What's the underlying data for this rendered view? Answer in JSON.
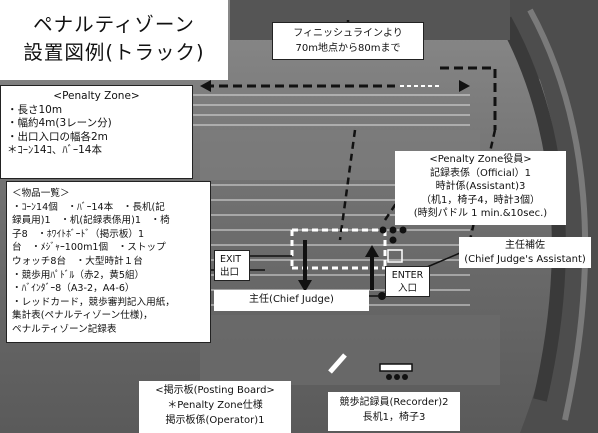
{
  "title": {
    "line1": "ペナルティゾーン",
    "line2": "設置図例(トラック)"
  },
  "top_note": {
    "line1": "フィニッシュラインより",
    "line2": "70m地点から80mまで"
  },
  "penalty_zone": {
    "heading": "<Penalty Zone>",
    "lines": [
      "・長さ10m",
      "・幅約4m(3レーン分)",
      "・出口入口の幅各2m",
      "＊ｺｰﾝ14ｺ、ﾊﾞｰ14本"
    ]
  },
  "items": {
    "heading": "＜物品一覧＞",
    "lines": [
      "・ｺｰﾝ14個　・ﾊﾞｰ14本　・長机(記",
      "録員用)1　・机(記録表係用)1　・椅",
      "子8　・ﾎﾜｲﾄﾎﾞｰﾄﾞ（掲示板）1",
      "台　・ﾒｼﾞｬｰ100m1個　・ストップ",
      "ウォッチ8台　・大型時計１台",
      "・競歩用ﾊﾟﾄﾞﾙ（赤2，黄5組）",
      "・ﾊﾞｲﾝﾀﾞｰ8（A3-2，A4-6）",
      "・レッドカード，競歩審判記入用紙，",
      "集計表(ペナルティゾーン仕様)，",
      "ペナルティゾーン記録表"
    ]
  },
  "staff": {
    "heading": "<Penalty Zone役員>",
    "lines": [
      "記録表係（Official）1",
      "時計係(Assistant)3",
      "（机1，椅子4，時計3個）",
      "(時刻パドル 1 min.&10sec.)"
    ]
  },
  "chief_judge_assistant": {
    "line1": "主任補佐",
    "line2": "(Chief Judge's Assistant)"
  },
  "exit": {
    "line1": "EXIT",
    "line2": "出口"
  },
  "enter": {
    "line1": "ENTER",
    "line2": "入口"
  },
  "chief_judge": {
    "label": "主任(Chief Judge)"
  },
  "posting_board": {
    "line1": "<掲示板(Posting Board>",
    "line2": "＊Penalty Zone仕様",
    "line3": "掲示板係(Operator)1"
  },
  "recorder": {
    "line1": "競歩記録員(Recorder)2",
    "line2": "長机1，椅子3"
  },
  "colors": {
    "track_bg": "#6a6a6a",
    "line_white": "#ffffff",
    "dash_black": "#111111"
  }
}
